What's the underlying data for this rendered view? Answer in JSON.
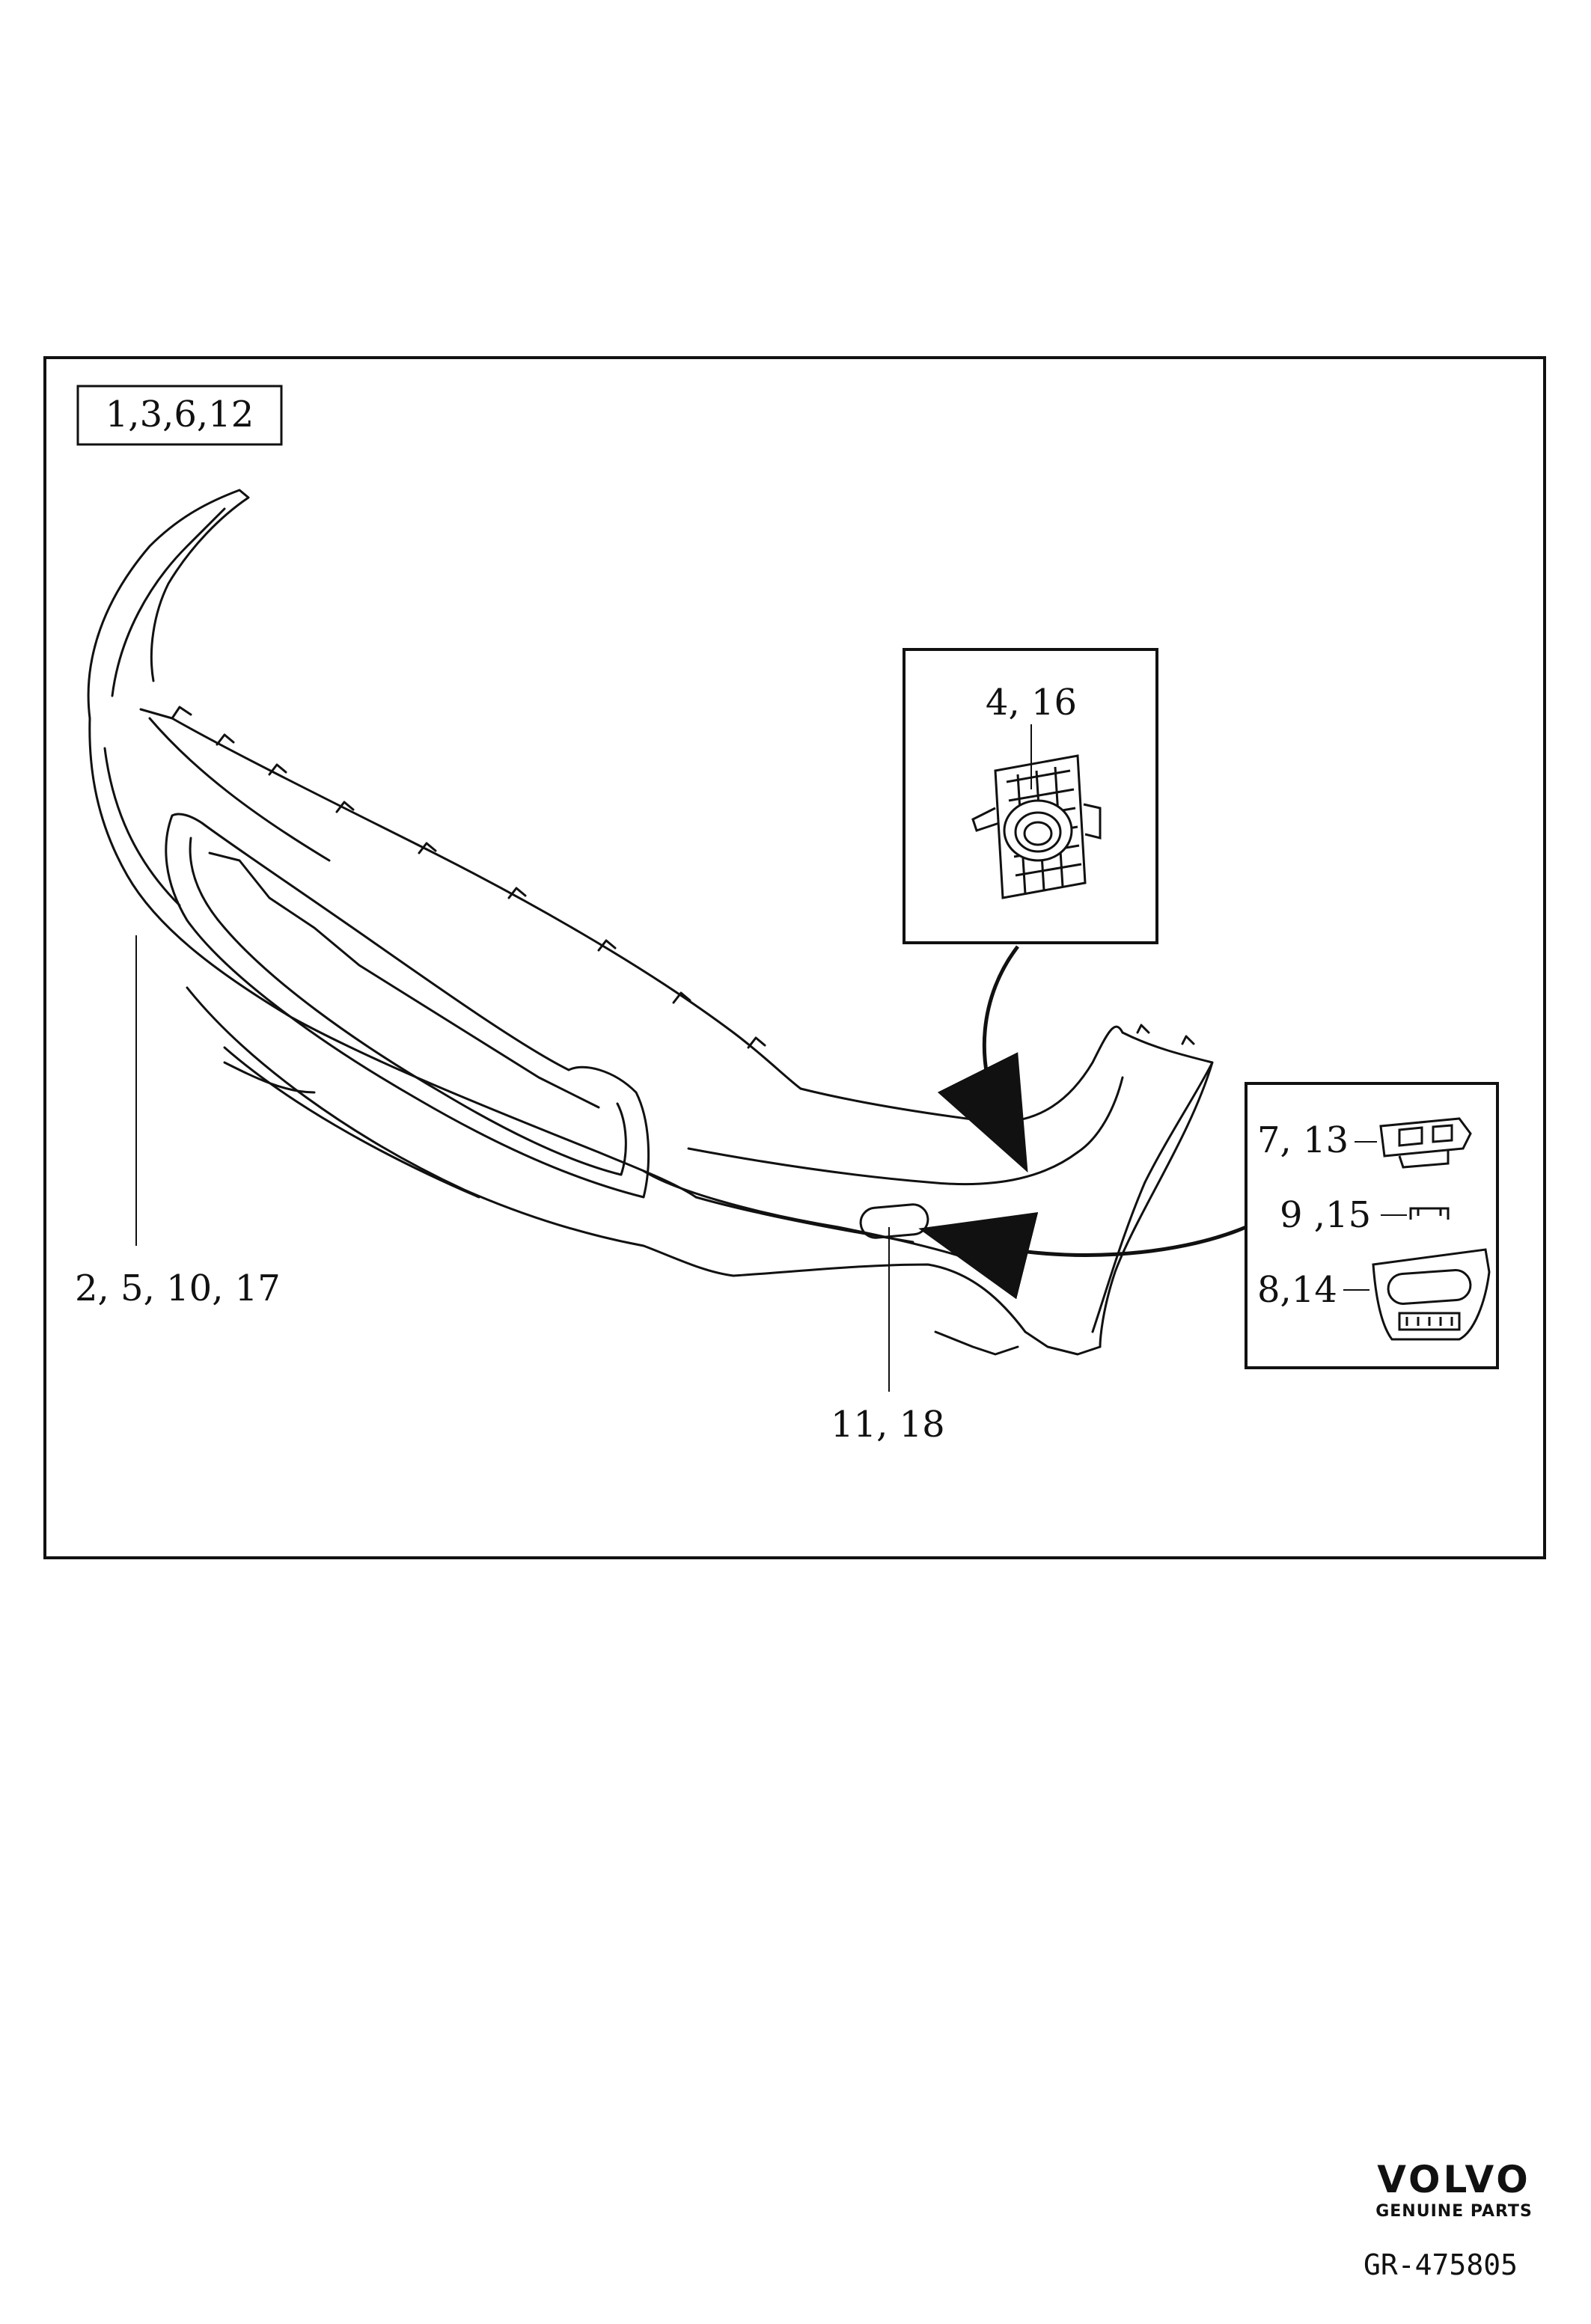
{
  "callouts": {
    "main_set": "1,3,6,12",
    "bumper_cover": "2,  5,  10,  17",
    "insert_4_16": "4, 16",
    "cover_11_18": "11,  18",
    "part_7_13": "7,  13",
    "part_9_15": "9 ,15",
    "part_8_14": "8,14"
  },
  "logo": {
    "brand": "VOLVO",
    "tagline": "GENUINE PARTS"
  },
  "illustration_code": "GR-475805"
}
